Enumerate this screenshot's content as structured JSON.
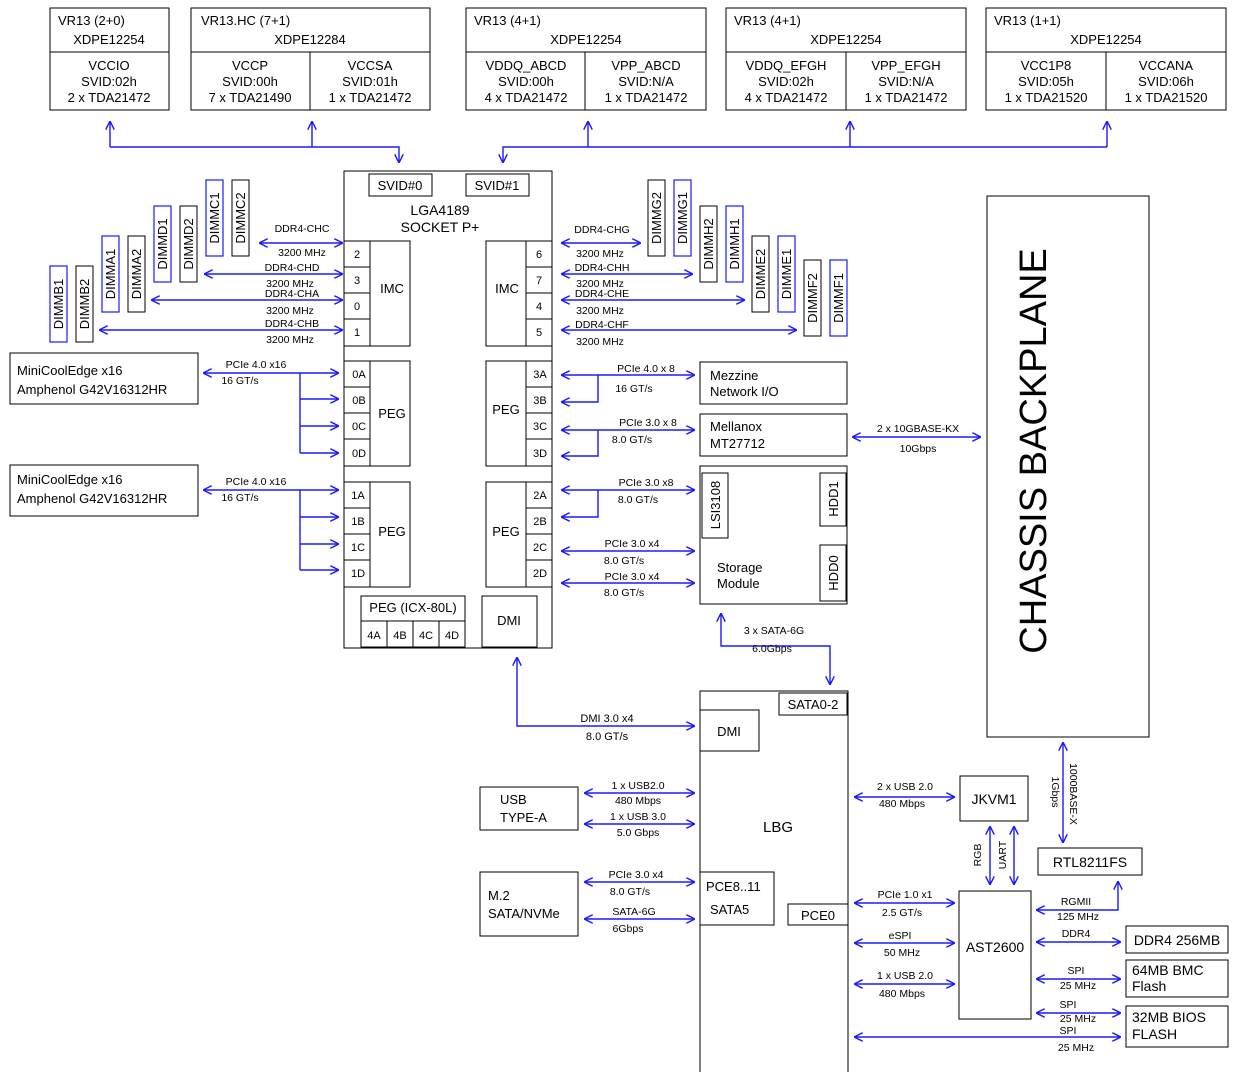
{
  "vr": [
    {
      "title": "VR13 (2+0)",
      "controller": "XDPE12254",
      "rails": [
        {
          "name": "VCCIO",
          "svid": "SVID:02h",
          "stages": "2 x TDA21472"
        }
      ]
    },
    {
      "title": "VR13.HC (7+1)",
      "controller": "XDPE12284",
      "rails": [
        {
          "name": "VCCP",
          "svid": "SVID:00h",
          "stages": "7 x TDA21490"
        },
        {
          "name": "VCCSA",
          "svid": "SVID:01h",
          "stages": "1 x TDA21472"
        }
      ]
    },
    {
      "title": "VR13 (4+1)",
      "controller": "XDPE12254",
      "rails": [
        {
          "name": "VDDQ_ABCD",
          "svid": "SVID:00h",
          "stages": "4 x TDA21472"
        },
        {
          "name": "VPP_ABCD",
          "svid": "SVID:N/A",
          "stages": "1 x TDA21472"
        }
      ]
    },
    {
      "title": "VR13 (4+1)",
      "controller": "XDPE12254",
      "rails": [
        {
          "name": "VDDQ_EFGH",
          "svid": "SVID:02h",
          "stages": "4 x TDA21472"
        },
        {
          "name": "VPP_EFGH",
          "svid": "SVID:N/A",
          "stages": "1 x TDA21472"
        }
      ]
    },
    {
      "title": "VR13 (1+1)",
      "controller": "XDPE12254",
      "rails": [
        {
          "name": "VCC1P8",
          "svid": "SVID:05h",
          "stages": "1 x TDA21520"
        },
        {
          "name": "VCCANA",
          "svid": "SVID:06h",
          "stages": "1 x TDA21520"
        }
      ]
    }
  ],
  "cpu": {
    "svid0": "SVID#0",
    "svid1": "SVID#1",
    "name1": "LGA4189",
    "name2": "SOCKET P+",
    "imc": "IMC",
    "peg": "PEG",
    "dmi": "DMI",
    "imc_left_ports": [
      "2",
      "3",
      "0",
      "1"
    ],
    "imc_right_ports": [
      "6",
      "7",
      "4",
      "5"
    ],
    "peg_l1_ports": [
      "0A",
      "0B",
      "0C",
      "0D"
    ],
    "peg_l2_ports": [
      "1A",
      "1B",
      "1C",
      "1D"
    ],
    "peg_r1_ports": [
      "3A",
      "3B",
      "3C",
      "3D"
    ],
    "peg_r2_ports": [
      "2A",
      "2B",
      "2C",
      "2D"
    ],
    "peg_icx_label": "PEG (ICX-80L)",
    "peg_icx_ports": [
      "4A",
      "4B",
      "4C",
      "4D"
    ]
  },
  "dimms_left": [
    "DIMMB1",
    "DIMMB2",
    "DIMMA1",
    "DIMMA2",
    "DIMMD1",
    "DIMMD2",
    "DIMMC1",
    "DIMMC2"
  ],
  "dimms_right": [
    "DIMMG2",
    "DIMMG1",
    "DIMMH2",
    "DIMMH1",
    "DIMME2",
    "DIMME1",
    "DIMMF2",
    "DIMMF1"
  ],
  "ddr_left": [
    {
      "name": "DDR4-CHC",
      "speed": "3200 MHz"
    },
    {
      "name": "DDR4-CHD",
      "speed": "3200 MHz"
    },
    {
      "name": "DDR4-CHA",
      "speed": "3200 MHz"
    },
    {
      "name": "DDR4-CHB",
      "speed": "3200 MHz"
    }
  ],
  "ddr_right": [
    {
      "name": "DDR4-CHG",
      "speed": "3200 MHz"
    },
    {
      "name": "DDR4-CHH",
      "speed": "3200 MHz"
    },
    {
      "name": "DDR4-CHE",
      "speed": "3200 MHz"
    },
    {
      "name": "DDR4-CHF",
      "speed": "3200 MHz"
    }
  ],
  "minicool": [
    {
      "line1": "MiniCoolEdge x16",
      "line2": "Amphenol G42V16312HR",
      "link": "PCIe 4.0 x16",
      "rate": "16 GT/s"
    },
    {
      "line1": "MiniCoolEdge x16",
      "line2": "Amphenol G42V16312HR",
      "link": "PCIe 4.0 x16",
      "rate": "16 GT/s"
    }
  ],
  "mezz": {
    "line1": "Mezzine",
    "line2": "Network I/O",
    "link": "PCIe 4.0 x 8",
    "rate": "16 GT/s"
  },
  "mellanox": {
    "line1": "Mellanox",
    "line2": "MT27712",
    "link": "PCIe 3.0 x 8",
    "rate": "8.0 GT/s",
    "kx": "2 x 10GBASE-KX",
    "kx_rate": "10Gbps"
  },
  "storage": {
    "lsi": "LSI3108",
    "hdd1": "HDD1",
    "hdd0": "HDD0",
    "line1": "Storage",
    "line2": "Module",
    "link1": "PCIe 3.0 x8",
    "rate1": "8.0 GT/s",
    "link2": "PCIe 3.0 x4",
    "rate2": "8.0 GT/s",
    "link3": "PCIe 3.0 x4",
    "rate3": "8.0 GT/s",
    "sata": "3 x SATA-6G",
    "sata_rate": "6.0Gbps"
  },
  "backplane": "CHASSIS BACKPLANE",
  "dmi_link": {
    "name": "DMI 3.0 x4",
    "rate": "8.0 GT/s"
  },
  "lbg": {
    "name": "LBG",
    "dmi": "DMI",
    "sata02": "SATA0-2",
    "pce811": "PCE8..11",
    "sata5": "SATA5",
    "pce0": "PCE0"
  },
  "usb": {
    "line1": "USB",
    "line2": "TYPE-A",
    "l1": "1 x USB2.0",
    "r1": "480 Mbps",
    "l2": "1 x USB 3.0",
    "r2": "5.0 Gbps"
  },
  "m2": {
    "line1": "M.2",
    "line2": "SATA/NVMe",
    "l1": "PCIe 3.0 x4",
    "r1": "8.0 GT/s",
    "l2": "SATA-6G",
    "r2": "6Gbps"
  },
  "jkvm": {
    "name": "JKVM1",
    "link": "2 x USB 2.0",
    "rate": "480 Mbps",
    "rgb": "RGB",
    "uart": "UART"
  },
  "rtl": {
    "name": "RTL8211FS",
    "link": "1000BASE-X",
    "rate": "1Gbps"
  },
  "ast": {
    "name": "AST2600",
    "links": [
      {
        "name": "PCIe 1.0 x1",
        "rate": "2.5 GT/s"
      },
      {
        "name": "eSPI",
        "rate": "50 MHz"
      },
      {
        "name": "1 x USB 2.0",
        "rate": "480 Mbps"
      }
    ],
    "rgmii": "RGMII",
    "rgmii_rate": "125 MHz",
    "ddr_link": "DDR4",
    "spi1": "SPI",
    "spi1_rate": "25 MHz",
    "spi2": "SPI",
    "spi2_rate": "25 MHz"
  },
  "spi3": {
    "name": "SPI",
    "rate": "25 MHz"
  },
  "ddr256": "DDR4 256MB",
  "bmc_flash": {
    "line1": "64MB BMC",
    "line2": "Flash"
  },
  "bios_flash": {
    "line1": "32MB BIOS",
    "line2": "FLASH"
  }
}
